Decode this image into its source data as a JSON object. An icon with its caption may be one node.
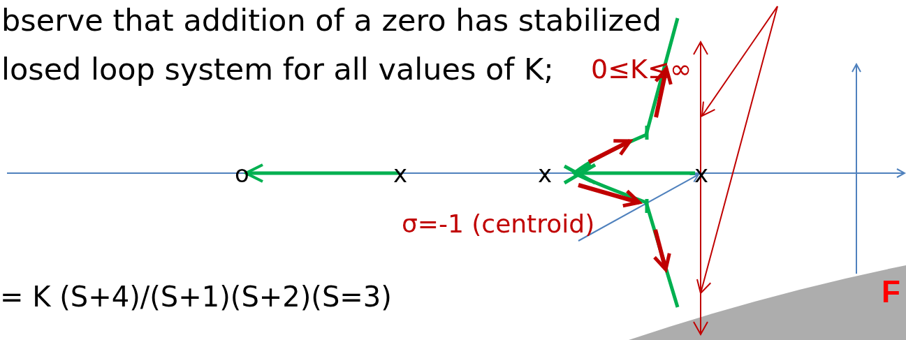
{
  "diagram": {
    "labels": [
      "bserve that addition of a zero has stabilized",
      "losed loop system for all values of K;",
      "0≤K≤∞",
      "o",
      "x",
      "x",
      "x",
      "σ=-1 (centroid)",
      "= K (S+4)/(S+1)(S+2)(S=3)",
      "F"
    ]
  }
}
